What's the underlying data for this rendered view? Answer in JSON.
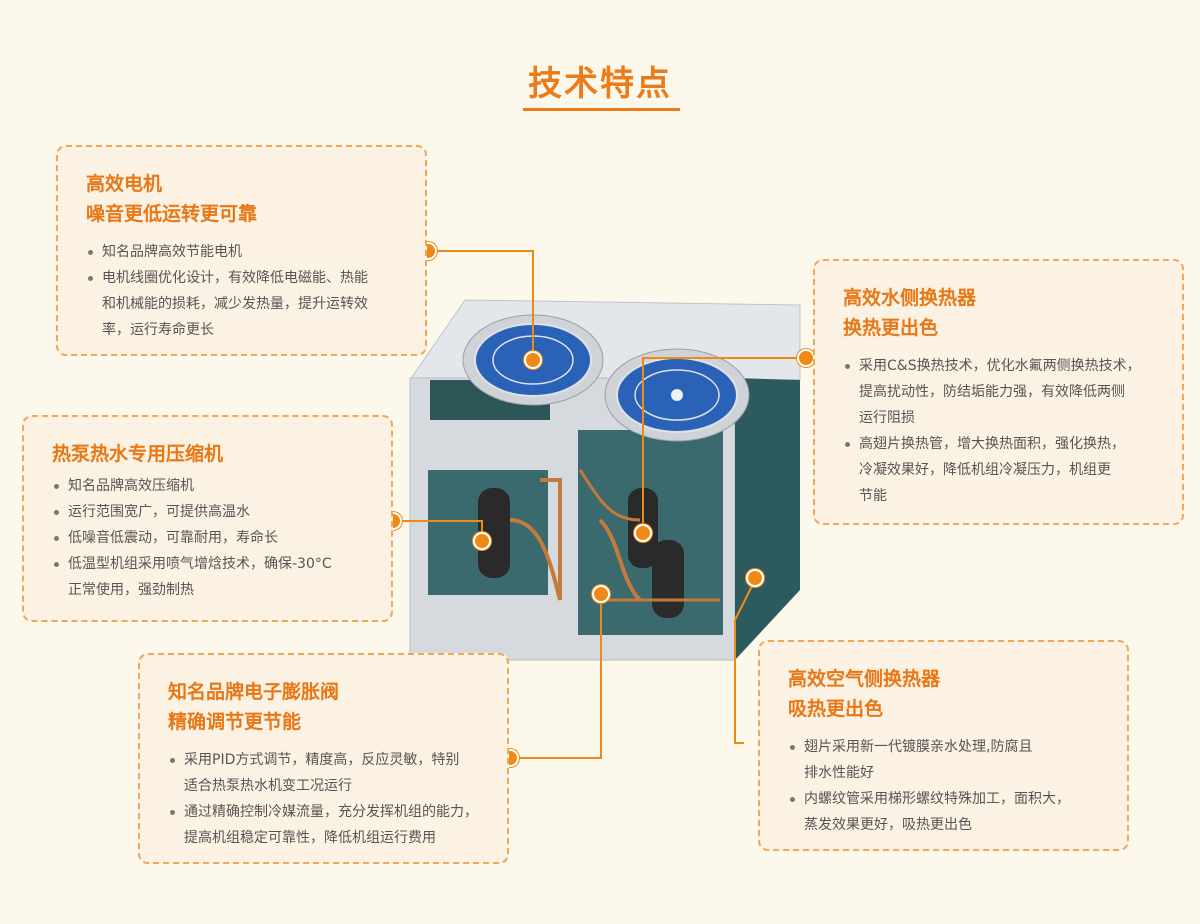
{
  "title": "技术特点",
  "cards": [
    {
      "h1": "高效电机",
      "h2": "噪音更低运转更可靠",
      "items": [
        "知名品牌高效节能电机",
        "电机线圈优化设计，有效降低电磁能、热能",
        "和机械能的损耗，减少发热量，提升运转效",
        "率，运行寿命更长"
      ]
    },
    {
      "h1": "热泵热水专用压缩机",
      "h2": "",
      "items": [
        "知名品牌高效压缩机",
        "运行范围宽广，可提供高温水",
        "低噪音低震动，可靠耐用，寿命长",
        "低温型机组采用喷气增焓技术，确保-30°C",
        "正常使用，强劲制热"
      ]
    },
    {
      "h1": "知名品牌电子膨胀阀",
      "h2": "精确调节更节能",
      "items": [
        "采用PID方式调节，精度高，反应灵敏，特别",
        "适合热泵热水机变工况运行",
        "通过精确控制冷媒流量，充分发挥机组的能力，",
        "提高机组稳定可靠性，降低机组运行费用"
      ]
    },
    {
      "h1": "高效水侧换热器",
      "h2": "换热更出色",
      "items": [
        "采用C&S换热技术，优化水氟两侧换热技术，",
        "提高扰动性，防结垢能力强，有效降低两侧",
        "运行阻损",
        "高翅片换热管，增大换热面积，强化换热，",
        "冷凝效果好，降低机组冷凝压力，机组更",
        "节能"
      ]
    },
    {
      "h1": "高效空气侧换热器",
      "h2": "吸热更出色",
      "items": [
        "翅片采用新一代镀膜亲水处理,防腐且",
        "排水性能好",
        "内螺纹管采用梯形螺纹特殊加工，面积大，",
        "蒸发效果更好，吸热更出色"
      ]
    }
  ],
  "colors": {
    "accent": "#ec7c1a",
    "card_bg": "#fcf2e4",
    "page_bg": "#fdf8ec"
  }
}
